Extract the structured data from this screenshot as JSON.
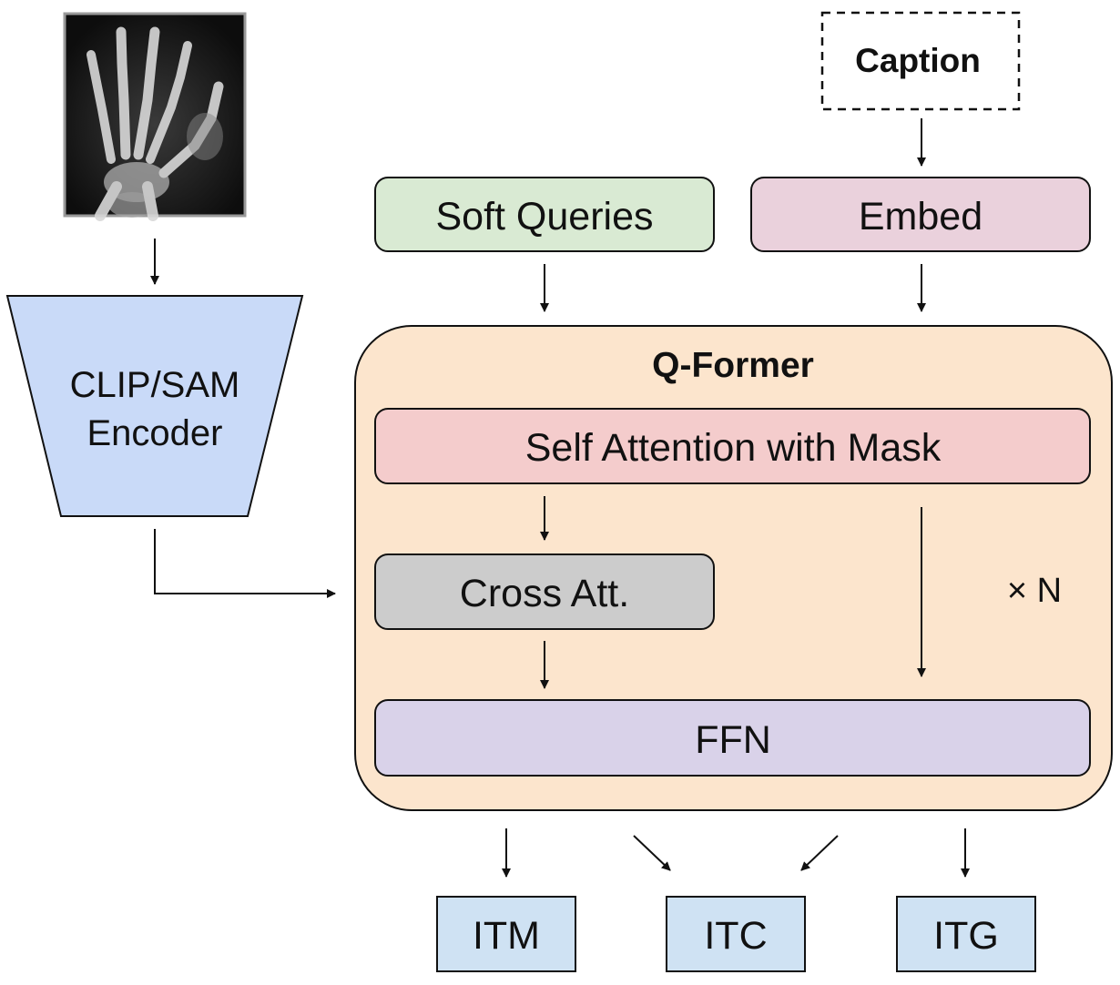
{
  "diagram": {
    "caption": "Caption",
    "soft_queries": "Soft Queries",
    "embed": "Embed",
    "encoder_line1": "CLIP/SAM",
    "encoder_line2": "Encoder",
    "qformer_title": "Q-Former",
    "self_attention": "Self Attention with Mask",
    "cross_attention": "Cross Att.",
    "repeat_label": "× N",
    "ffn": "FFN",
    "outputs": [
      "ITM",
      "ITC",
      "ITG"
    ]
  },
  "colors": {
    "soft_queries_fill": "#d9ead3",
    "embed_fill": "#ead1dc",
    "encoder_fill": "#c9daf8",
    "qformer_fill": "#fce5cd",
    "self_attention_fill": "#f4cccc",
    "cross_attention_fill": "#cccccc",
    "ffn_fill": "#d9d2e9",
    "output_fill": "#cfe2f3"
  },
  "image": {
    "icon": "hand-xray-image"
  }
}
